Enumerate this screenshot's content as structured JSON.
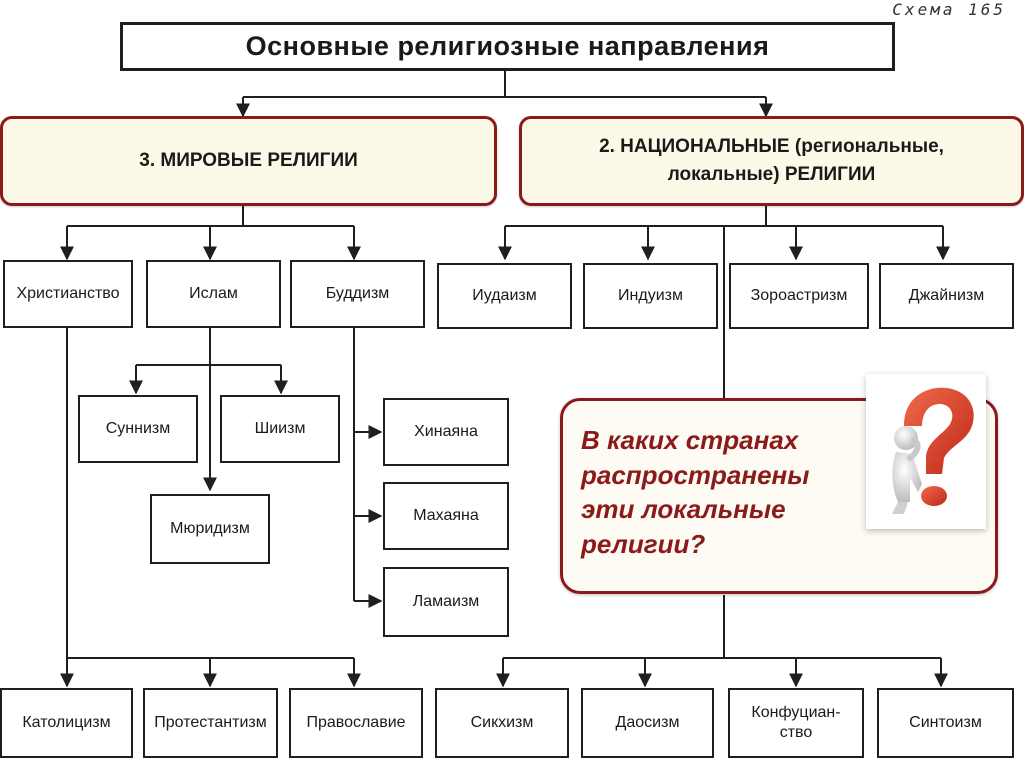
{
  "schema_label": "Схема 165",
  "title": "Основные религиозные направления",
  "world": {
    "label": "3. МИРОВЫЕ РЕЛИГИИ",
    "religions": {
      "christianity": "Христианство",
      "islam": "Ислам",
      "buddhism": "Буддизм"
    },
    "islam_branches": [
      "Суннизм",
      "Шиизм",
      "Мюридизм"
    ],
    "buddhism_branches": [
      "Хинаяна",
      "Махаяна",
      "Ламаизм"
    ],
    "christianity_branches": [
      "Католицизм",
      "Протестантизм",
      "Православие"
    ]
  },
  "national": {
    "label_line1": "2. НАЦИОНАЛЬНЫЕ (региональные,",
    "label_line2": "локальные) РЕЛИГИИ",
    "religions": [
      "Иудаизм",
      "Индуизм",
      "Зороастризм",
      "Джайнизм"
    ],
    "more_religions": [
      "Сикхизм",
      "Даосизм",
      "Конфуциан-\nство",
      "Синтоизм"
    ]
  },
  "question": {
    "line1": "В каких странах",
    "line2": "распространены",
    "line3": "эти локальные",
    "line4": "религии?"
  },
  "icon": "question-mark-person-icon",
  "colors": {
    "accent": "#8b1a1a",
    "category_fill": "#fdf9e8"
  }
}
